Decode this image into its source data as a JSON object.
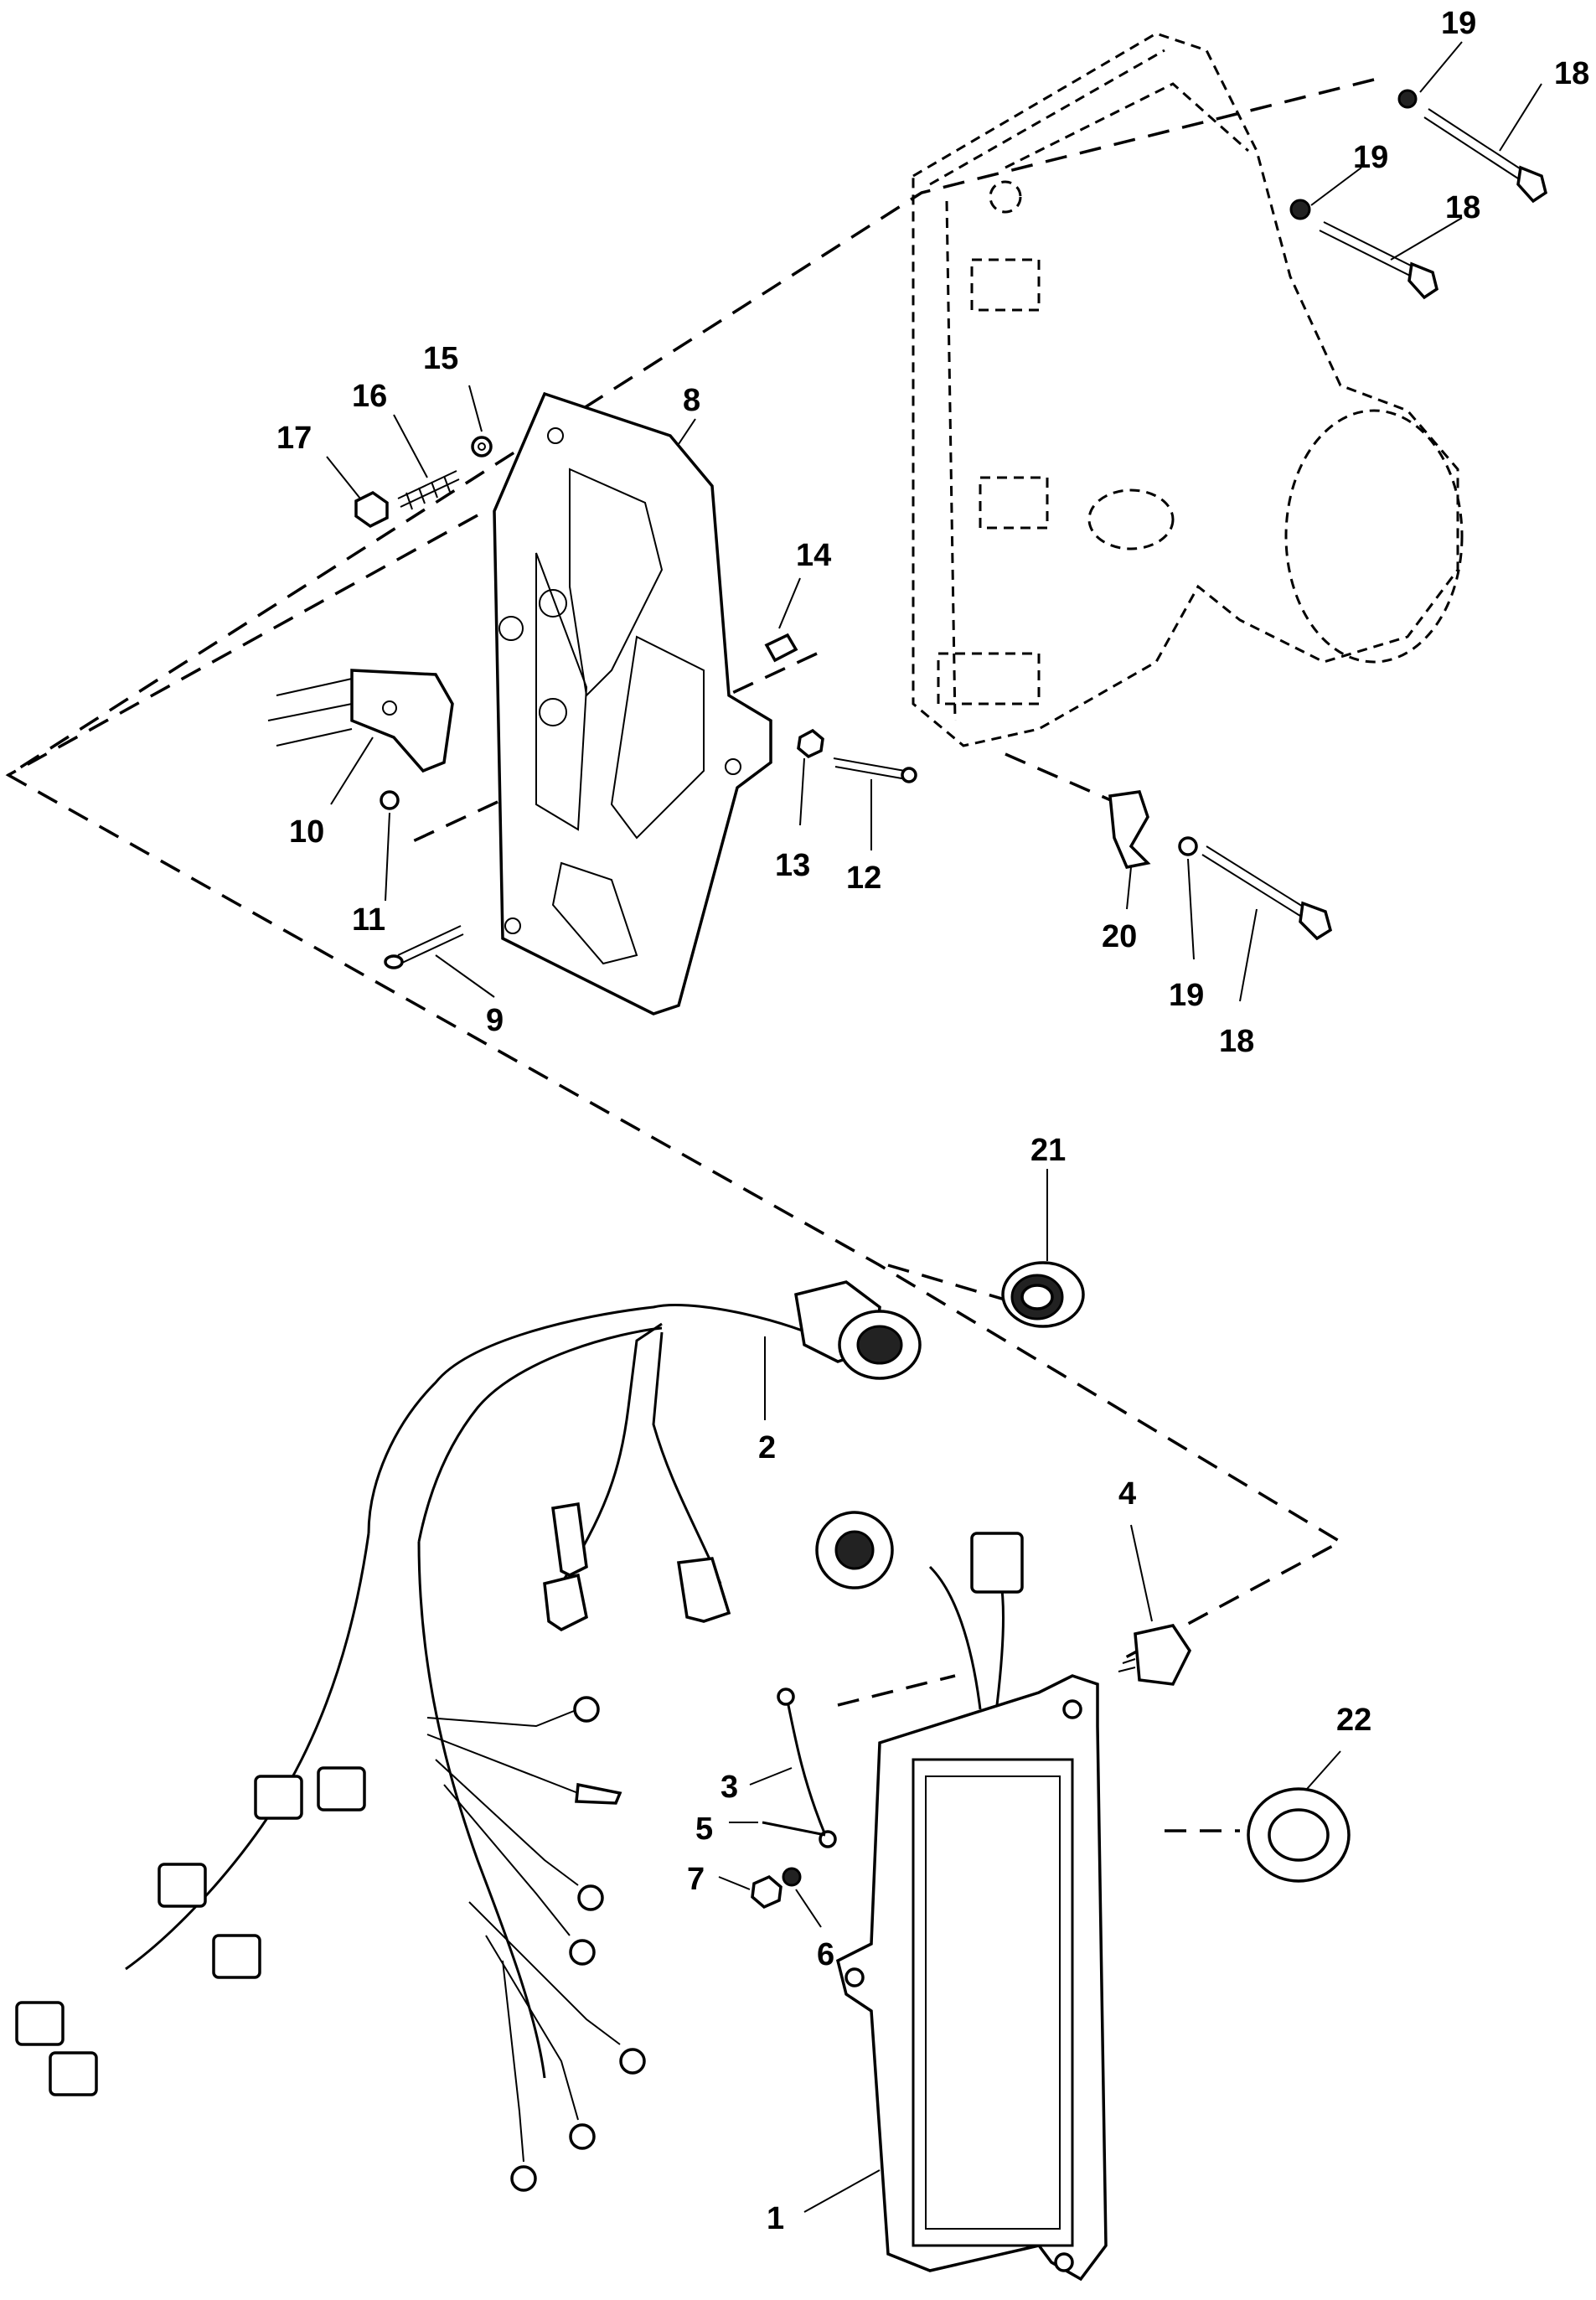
{
  "callouts": {
    "c1": "1",
    "c2": "2",
    "c3": "3",
    "c4": "4",
    "c5": "5",
    "c6": "6",
    "c7": "7",
    "c8": "8",
    "c9": "9",
    "c10": "10",
    "c11": "11",
    "c12": "12",
    "c13": "13",
    "c14": "14",
    "c15": "15",
    "c16": "16",
    "c17": "17",
    "c18a": "18",
    "c18b": "18",
    "c18c": "18",
    "c19a": "19",
    "c19b": "19",
    "c19c": "19",
    "c20": "20",
    "c21": "21",
    "c22": "22"
  }
}
